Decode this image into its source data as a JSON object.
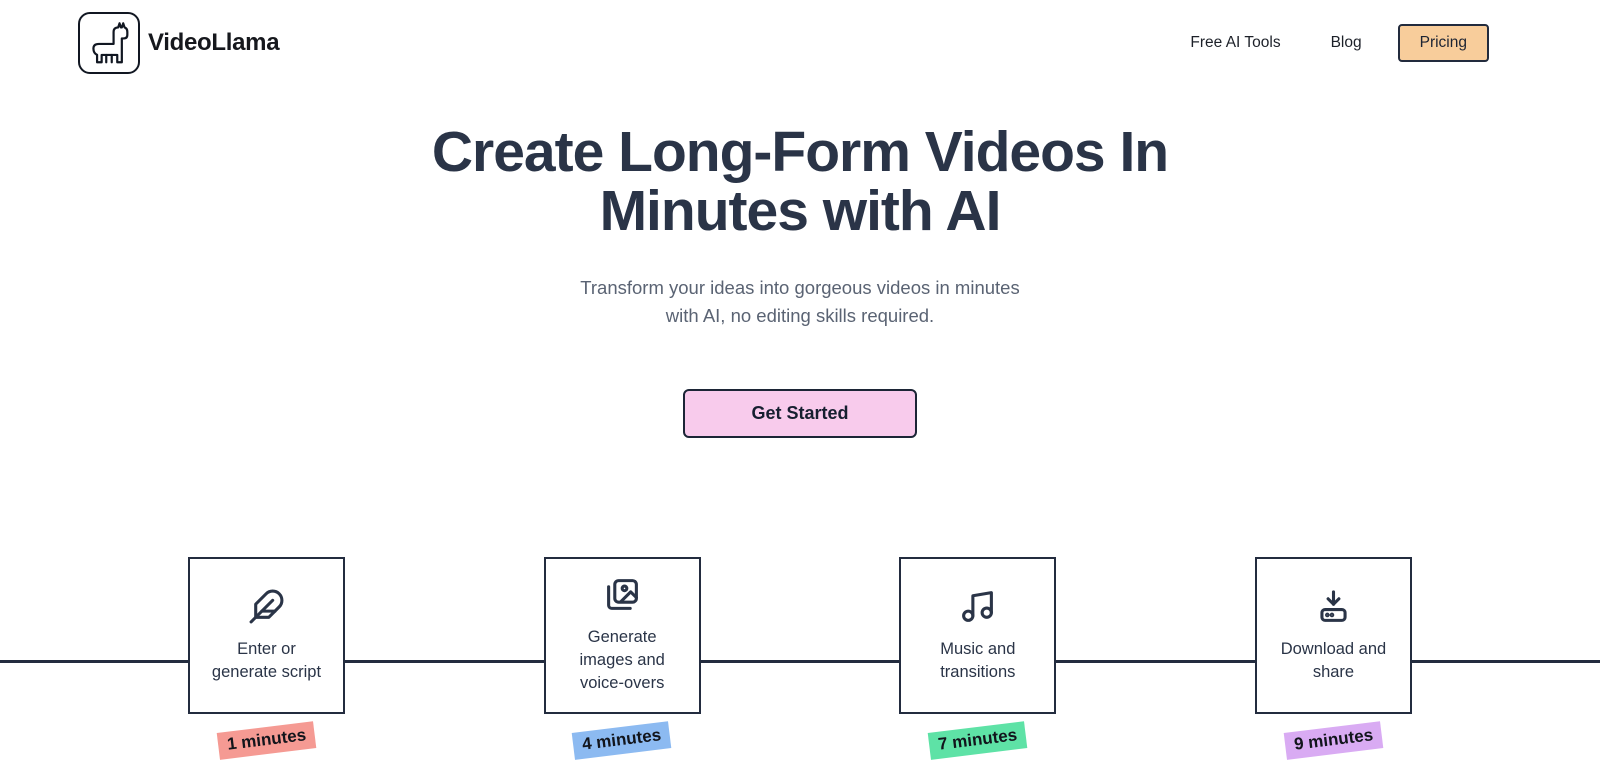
{
  "brand": {
    "name": "VideoLlama",
    "logo_icon": "llama-icon"
  },
  "nav": {
    "free_ai_tools_label": "Free AI Tools",
    "blog_label": "Blog",
    "pricing_label": "Pricing"
  },
  "hero": {
    "title": "Create Long-Form Videos In Minutes with AI",
    "title_lines": [
      "Create Long-Form Videos In",
      "Minutes with AI"
    ],
    "subtitle": "Transform your ideas into gorgeous videos in minutes with AI, no editing skills required.",
    "subtitle_lines": [
      "Transform your ideas into gorgeous videos in minutes",
      "with AI, no editing skills required."
    ],
    "cta_label": "Get Started"
  },
  "steps": {
    "items": [
      {
        "icon": "feather-icon",
        "label": "Enter or generate script",
        "label_lines": [
          "Enter or",
          "generate script"
        ],
        "duration": "1 minutes",
        "tag_color": "#f59a93"
      },
      {
        "icon": "images-icon",
        "label": "Generate images and voice-overs",
        "label_lines": [
          "Generate",
          "images and",
          "voice-overs"
        ],
        "duration": "4 minutes",
        "tag_color": "#8cbaf1"
      },
      {
        "icon": "music-icon",
        "label": "Music and transitions",
        "label_lines": [
          "Music and",
          "transitions"
        ],
        "duration": "7 minutes",
        "tag_color": "#5ee2a6"
      },
      {
        "icon": "download-icon",
        "label": "Download and share",
        "label_lines": [
          "Download and",
          "share"
        ],
        "duration": "9 minutes",
        "tag_color": "#d9abf3"
      }
    ]
  },
  "colors": {
    "ink": "#232c3f",
    "heading": "#2a3447",
    "subtitle_gray": "#5a6373",
    "cta_pink": "#f8cbec",
    "pricing_peach": "#f8cd9b",
    "tag_red": "#f59a93",
    "tag_blue": "#8cbaf1",
    "tag_green": "#5ee2a6",
    "tag_purple": "#d9abf3"
  }
}
